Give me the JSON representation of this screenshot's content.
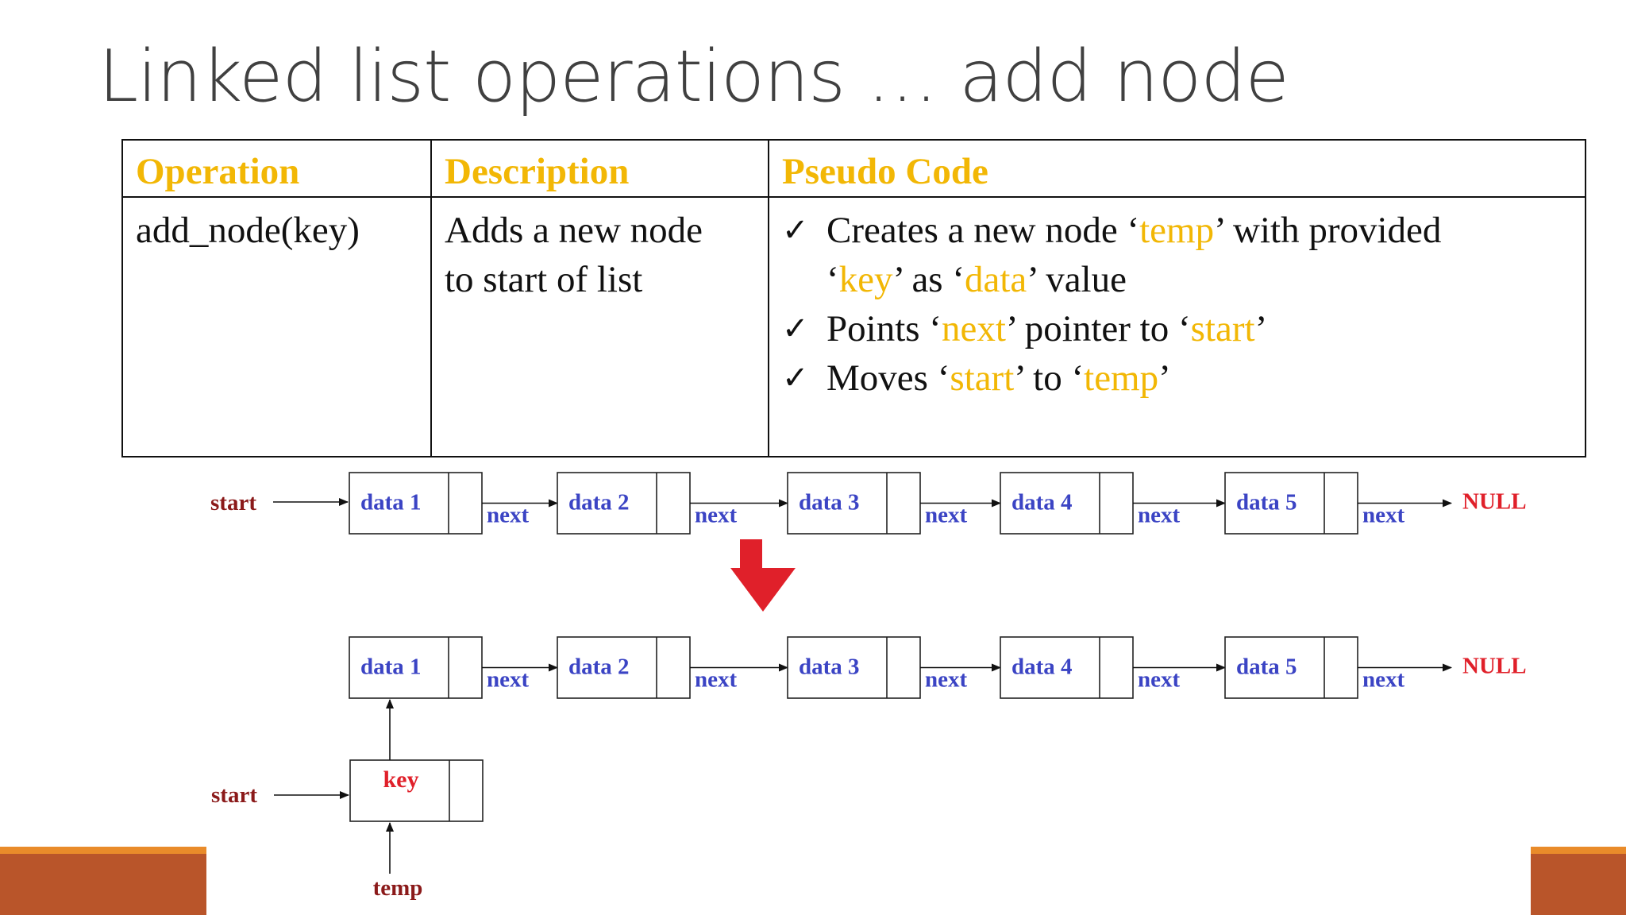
{
  "slide": {
    "title": "Linked list operations … add node"
  },
  "table": {
    "headers": [
      "Operation",
      "Description",
      "Pseudo Code"
    ],
    "row": {
      "operation": "add_node(key)",
      "description_line1": "Adds a new node",
      "description_line2": "to start of list"
    },
    "steps": [
      [
        "Creates a new node ‘",
        "temp",
        "’ with provided"
      ],
      [
        "‘",
        "key",
        "’ as ‘",
        "data",
        "’ value"
      ],
      [
        "Points ‘",
        "next",
        "’ pointer to ‘",
        "start",
        "’"
      ],
      [
        "Moves ‘",
        "start",
        "’ to ‘",
        "temp",
        "’"
      ]
    ]
  },
  "diagram": {
    "before": {
      "start_label": "start",
      "nodes": [
        "data 1",
        "data 2",
        "data 3",
        "data 4",
        "data 5"
      ],
      "next_label": "next",
      "null_label": "NULL"
    },
    "after": {
      "nodes": [
        "data 1",
        "data 2",
        "data 3",
        "data 4",
        "data 5"
      ],
      "next_label": "next",
      "null_label": "NULL",
      "start_label": "start",
      "new_node_label": "key",
      "temp_label": "temp"
    },
    "colors": {
      "node_text": "#3b44c4",
      "start_text": "#8b1a1a",
      "null_text": "#e0202a",
      "key_text": "#e0202a",
      "arrow": "#e0202a"
    }
  }
}
